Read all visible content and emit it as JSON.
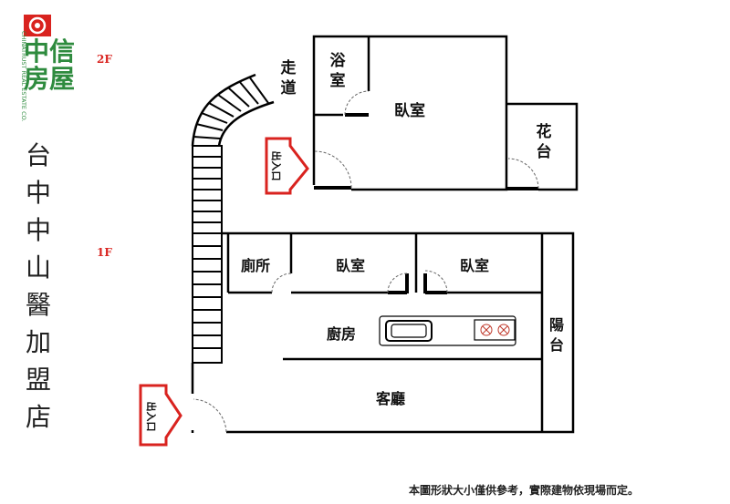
{
  "logo": {
    "title": "中信房屋",
    "subtitle": "CHINATRUST REAL ESTATE CO.",
    "brand_green": "#2e8b3e",
    "brand_red": "#d9231f"
  },
  "store_name": "台中中山醫加盟店",
  "floors": {
    "second": "2F",
    "first": "1F"
  },
  "rooms_2f": {
    "corridor": "走道",
    "bathroom": "浴室",
    "bedroom": "臥室",
    "planter": "花台"
  },
  "rooms_1f": {
    "toilet": "廁所",
    "bedroom_a": "臥室",
    "bedroom_b": "臥室",
    "kitchen": "廚房",
    "balcony": "陽台",
    "living": "客廳"
  },
  "entrance_label": "出入口",
  "disclaimer": "本圖形狀大小僅供參考，實際建物依現場而定。"
}
